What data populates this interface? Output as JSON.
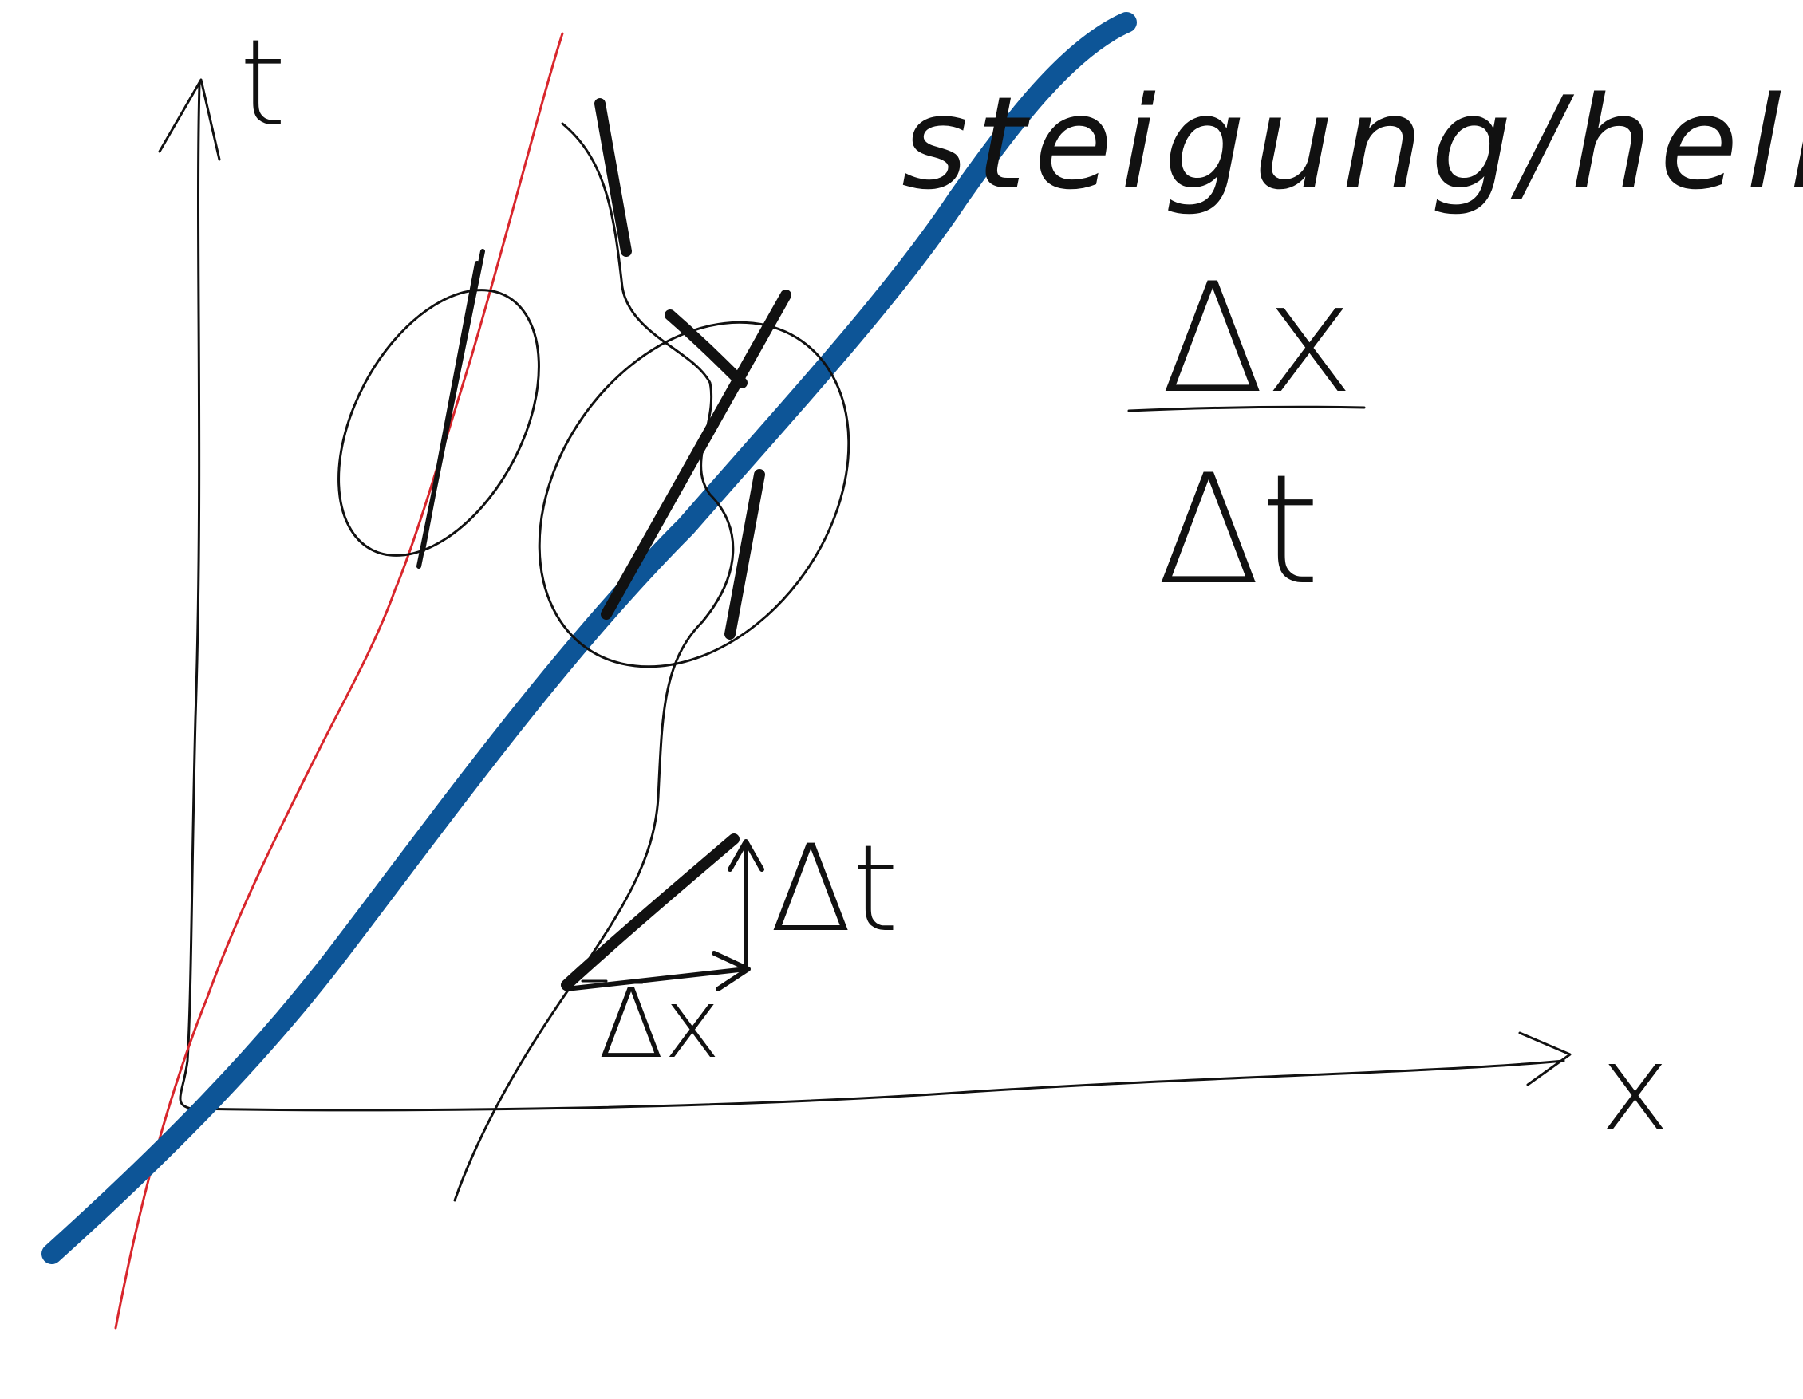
{
  "axes": {
    "t_label": "t",
    "x_label": "x"
  },
  "annotation": {
    "steigung_text": "steigung/hellning"
  },
  "fraction": {
    "numerator": "Δx",
    "denominator": "Δt"
  },
  "triangle": {
    "dt_label": "Δt",
    "dx_label": "Δx"
  },
  "colors": {
    "ink": "#111111",
    "red_line": "#d8262c",
    "blue_line": "#0d5597",
    "background": "#ffffff"
  }
}
